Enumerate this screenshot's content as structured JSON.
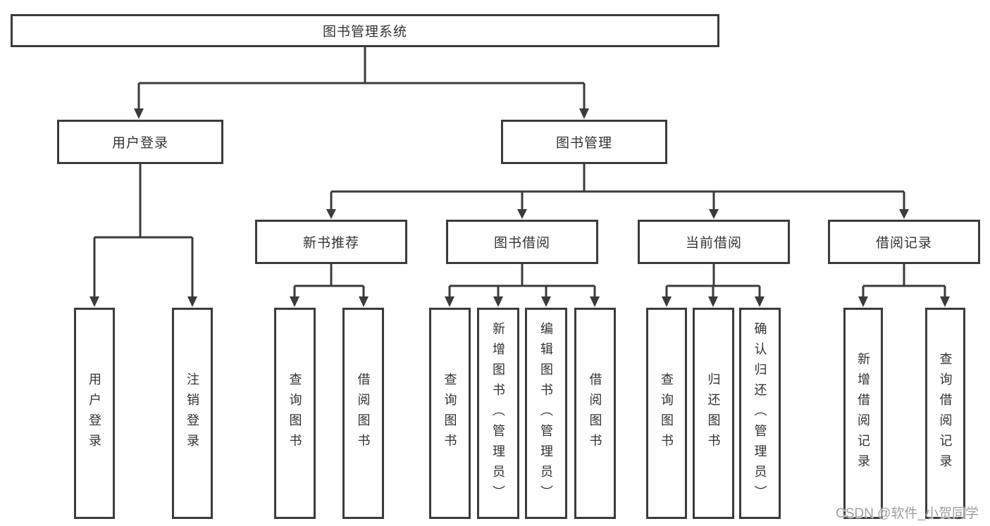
{
  "tree": {
    "root": "图书管理系统",
    "branches": [
      {
        "label": "用户登录",
        "children": [
          "用户登录",
          "注销登录"
        ]
      },
      {
        "label": "图书管理",
        "children": [
          {
            "label": "新书推荐",
            "children": [
              "查询图书",
              "借阅图书"
            ]
          },
          {
            "label": "图书借阅",
            "children": [
              "查询图书",
              "新增图书（管理员）",
              "编辑图书（管理员）",
              "借阅图书"
            ]
          },
          {
            "label": "当前借阅",
            "children": [
              "查询图书",
              "归还图书",
              "确认归还（管理员）"
            ]
          },
          {
            "label": "借阅记录",
            "children": [
              "新增借阅记录",
              "查询借阅记录"
            ]
          }
        ]
      }
    ]
  },
  "watermark": "CSDN @软件_小贺同学",
  "colors": {
    "line": "#3b3b3b",
    "border": "#3b3b3b",
    "text": "#333333",
    "watermark": "#9e9e9e",
    "background": "#ffffff"
  }
}
